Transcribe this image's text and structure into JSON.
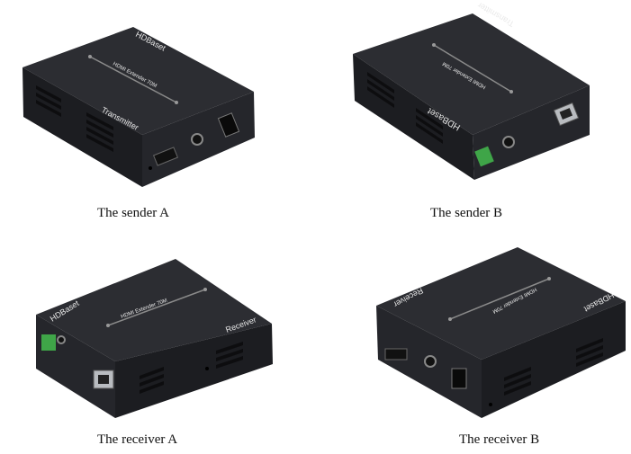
{
  "captions": {
    "sender_a": "The sender A",
    "sender_b": "The sender B",
    "receiver_a": "The receiver A",
    "receiver_b": "The receiver B"
  },
  "device_text": {
    "brand": "HDBaset",
    "model": "HDMI Extender 70M",
    "transmitter": "Transmitter",
    "receiver": "Receiver"
  },
  "colors": {
    "housing_top": "#2b2c31",
    "housing_side": "#1d1e22",
    "terminal_green": "#3fa548"
  }
}
